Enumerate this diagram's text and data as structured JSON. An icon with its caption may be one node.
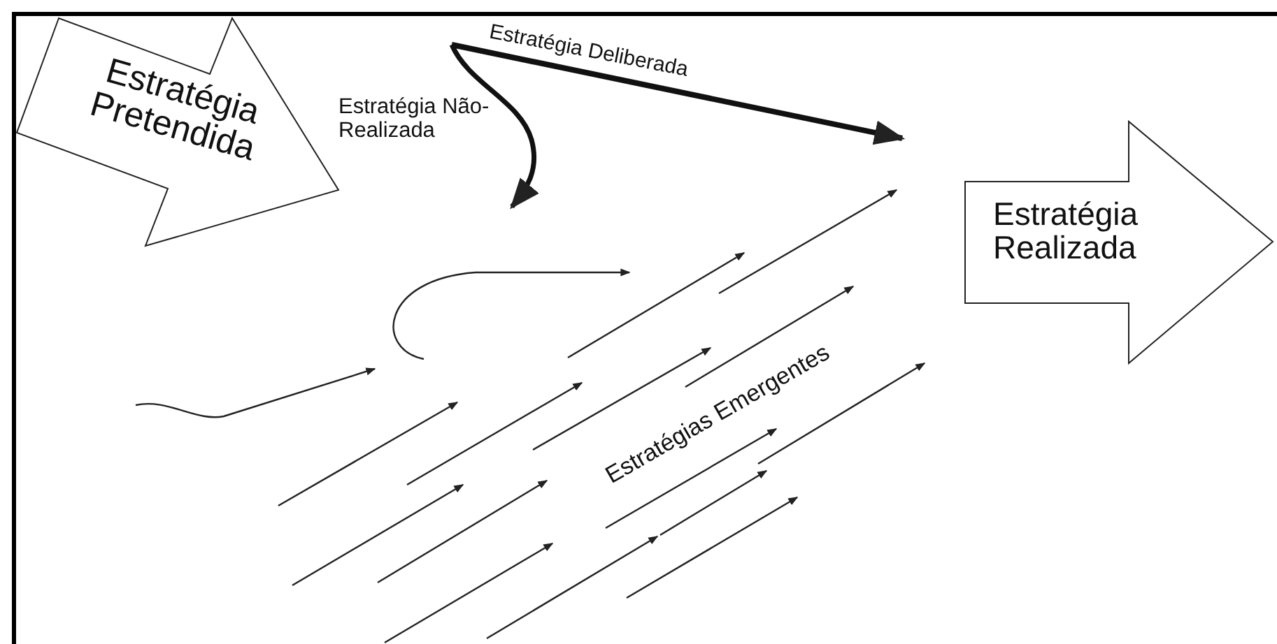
{
  "diagram": {
    "nodes": [
      {
        "text": [
          "Estratégia Pretendida"
        ]
      },
      {
        "text": [
          "Estratégia Realizada"
        ]
      }
    ],
    "labels": [
      "Estratégia Deliberada",
      "Estratégia Não-Realizada",
      "Estratégias Emergentes"
    ]
  }
}
